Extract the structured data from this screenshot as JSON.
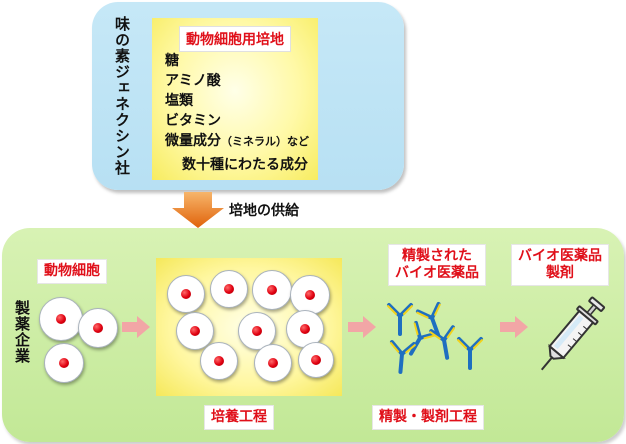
{
  "supplier": {
    "name": "味の素ジェネクシン社",
    "medium_title": "動物細胞用培地",
    "ingredients": [
      "糖",
      "アミノ酸",
      "塩類",
      "ビタミン"
    ],
    "ingredient_trace_main": "微量成分",
    "ingredient_trace_small": "（ミネラル）など",
    "ingredient_summary": "数十種にわたる成分"
  },
  "supply_arrow_label": "培地の供給",
  "pharma": {
    "name": "製薬企業",
    "animal_cells_label": "動物細胞",
    "culture_step_label": "培養工程",
    "purified_label_line1": "精製された",
    "purified_label_line2": "バイオ医薬品",
    "purify_step_label": "精製・製剤工程",
    "product_label_line1": "バイオ医薬品",
    "product_label_line2": "製剤"
  },
  "colors": {
    "label_red": "#e0101a",
    "arrow_orange": "#e8731a",
    "antibody_blue": "#1f6fc0",
    "antibody_yellow": "#f3d21b",
    "flow_arrow_pink": "#f2a6a6"
  }
}
